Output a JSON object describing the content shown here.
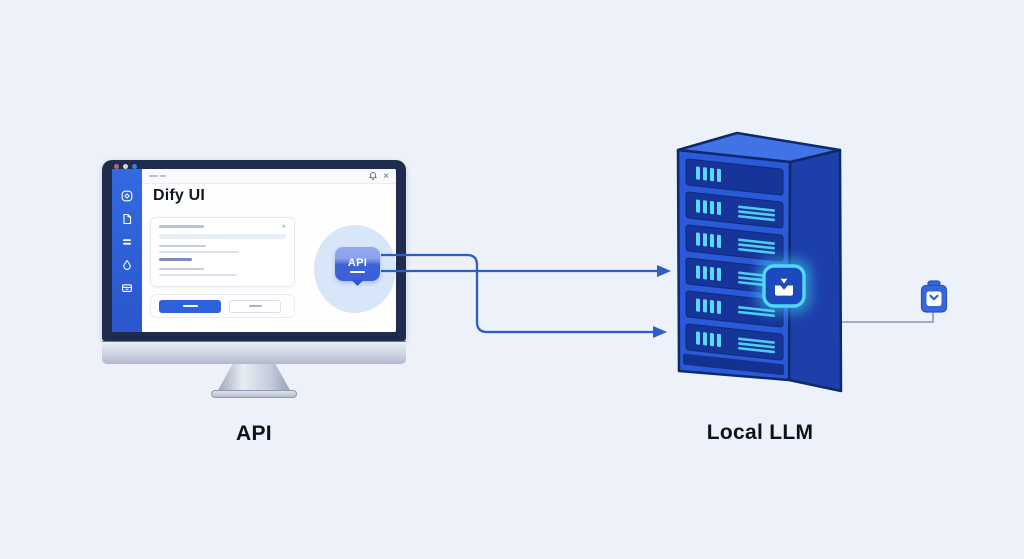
{
  "background_color": "#ECF1FA",
  "labels": {
    "left": "API",
    "right": "Local LLM"
  },
  "monitor": {
    "heading": "Dify UI",
    "api_badge_label": "API",
    "window_close_glyph": "×",
    "card_close_glyph": "×",
    "traffic_dot_colors": [
      "#C2607E",
      "#CFD8EA",
      "#3E7DE8"
    ],
    "sidebar_icon_names": [
      "compass-icon",
      "document-icon",
      "list-icon",
      "droplet-icon",
      "archive-icon"
    ],
    "topbar_icon_names": [
      "bell-icon",
      "close-icon"
    ]
  },
  "server": {
    "body_color": "#2A59D9",
    "side_color": "#1C3FA9",
    "accent_color": "#5ADAF5",
    "glow_icon": "inbox-icon",
    "glow_color": "#4EDAF6"
  },
  "connectors": {
    "arrow_color": "#2D5EC4",
    "thin_line_color": "#8496C2",
    "output_icon": "clipboard-check-icon"
  }
}
